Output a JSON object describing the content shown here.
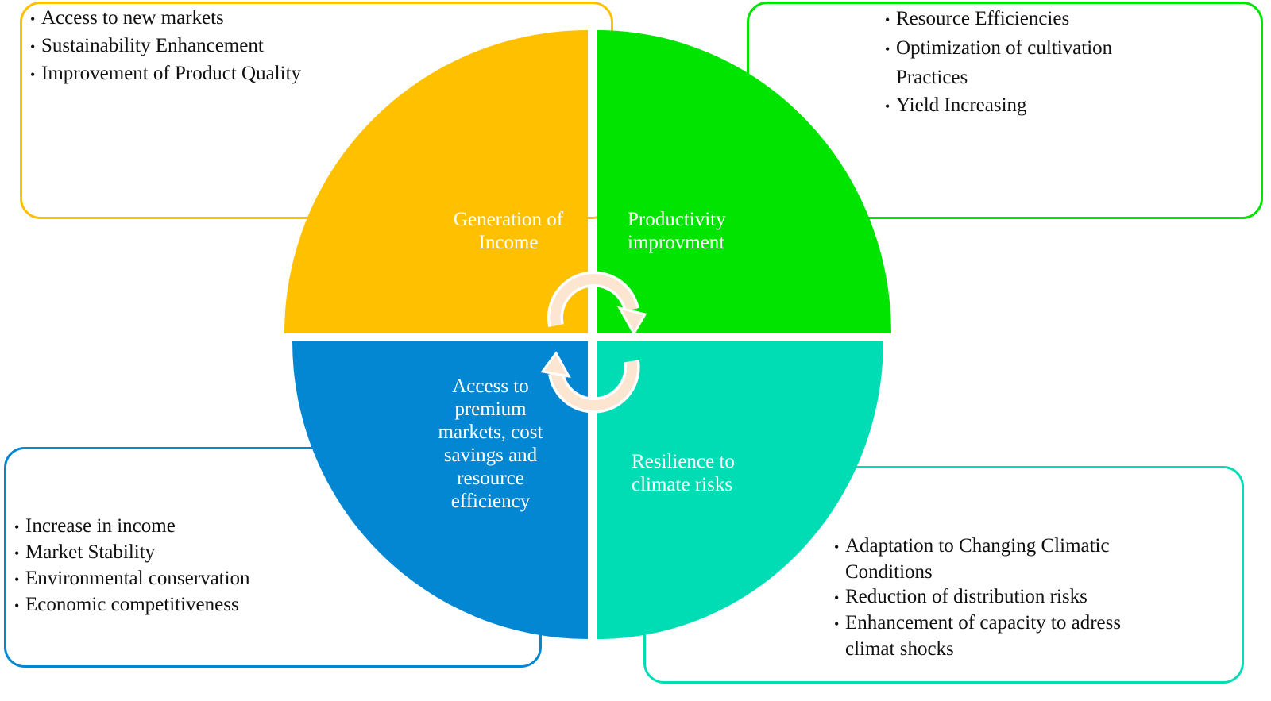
{
  "colors": {
    "income": "#FFC000",
    "productivity": "#00E400",
    "premium": "#0487D2",
    "resilience": "#00DDB5",
    "arrow": "#FCE6D2"
  },
  "quadrants": {
    "income": {
      "label": "Generation of Income"
    },
    "productivity": {
      "label": "Productivity improvment"
    },
    "premium": {
      "label": "Access to premium markets, cost savings and resource efficiency"
    },
    "resilience": {
      "label": "Resilience to climate risks"
    }
  },
  "boxes": {
    "income": [
      "Access to new markets",
      "Sustainability Enhancement",
      "Improvement of Product Quality"
    ],
    "productivity": [
      "Resource Efficiencies",
      "Optimization of cultivation Practices",
      "Yield Increasing"
    ],
    "premium": [
      "Increase  in income",
      "Market Stability",
      "Environmental conservation",
      "Economic competitiveness"
    ],
    "resilience": [
      "Adaptation to Changing Climatic Conditions",
      "Reduction of distribution risks",
      "Enhancement of capacity to adress climat shocks"
    ]
  },
  "icons": {
    "cycle": "circular-arrows"
  }
}
